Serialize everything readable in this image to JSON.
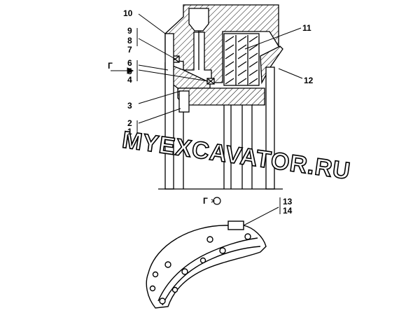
{
  "callouts": {
    "c1": "1",
    "c2": "2",
    "c3": "3",
    "c4": "4",
    "c5": "5",
    "c6": "6",
    "c7": "7",
    "c8": "8",
    "c9": "9",
    "c10": "10",
    "c11": "11",
    "c12": "12",
    "c13": "13",
    "c14": "14"
  },
  "view_marker": {
    "arrow_letter": "Г",
    "view_label": "Г"
  },
  "watermark": "MYEXCAVATOR.RU",
  "colors": {
    "line": "#000000",
    "paper": "#ffffff"
  }
}
